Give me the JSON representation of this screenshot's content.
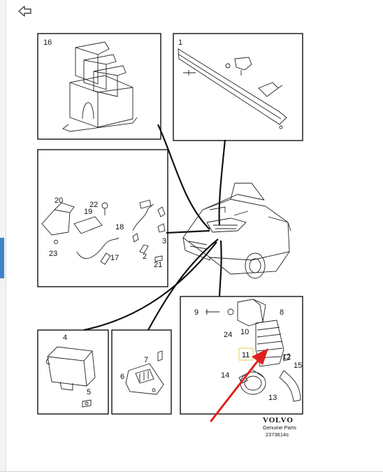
{
  "nav": {
    "back_icon": "back-arrow-icon"
  },
  "callouts": {
    "p16": "16",
    "p1": "1",
    "p20": "20",
    "p22": "22",
    "p19": "19",
    "p18": "18",
    "p23": "23",
    "p17": "17",
    "p2": "2",
    "p3": "3",
    "p21": "21",
    "p9": "9",
    "p8": "8",
    "p24": "24",
    "p10": "10",
    "p11": "11",
    "p12": "12",
    "p15": "15",
    "p14": "14",
    "p13": "13",
    "p4": "4",
    "p5": "5",
    "p7": "7",
    "p6": "6"
  },
  "footer": {
    "brand": "VOLVO",
    "line1": "Genuine Parts",
    "line2": "2373614s"
  },
  "colors": {
    "pointer_arrow": "#e02020",
    "highlight_box": "#e8d46a",
    "tab_accent": "#3d84c6"
  }
}
